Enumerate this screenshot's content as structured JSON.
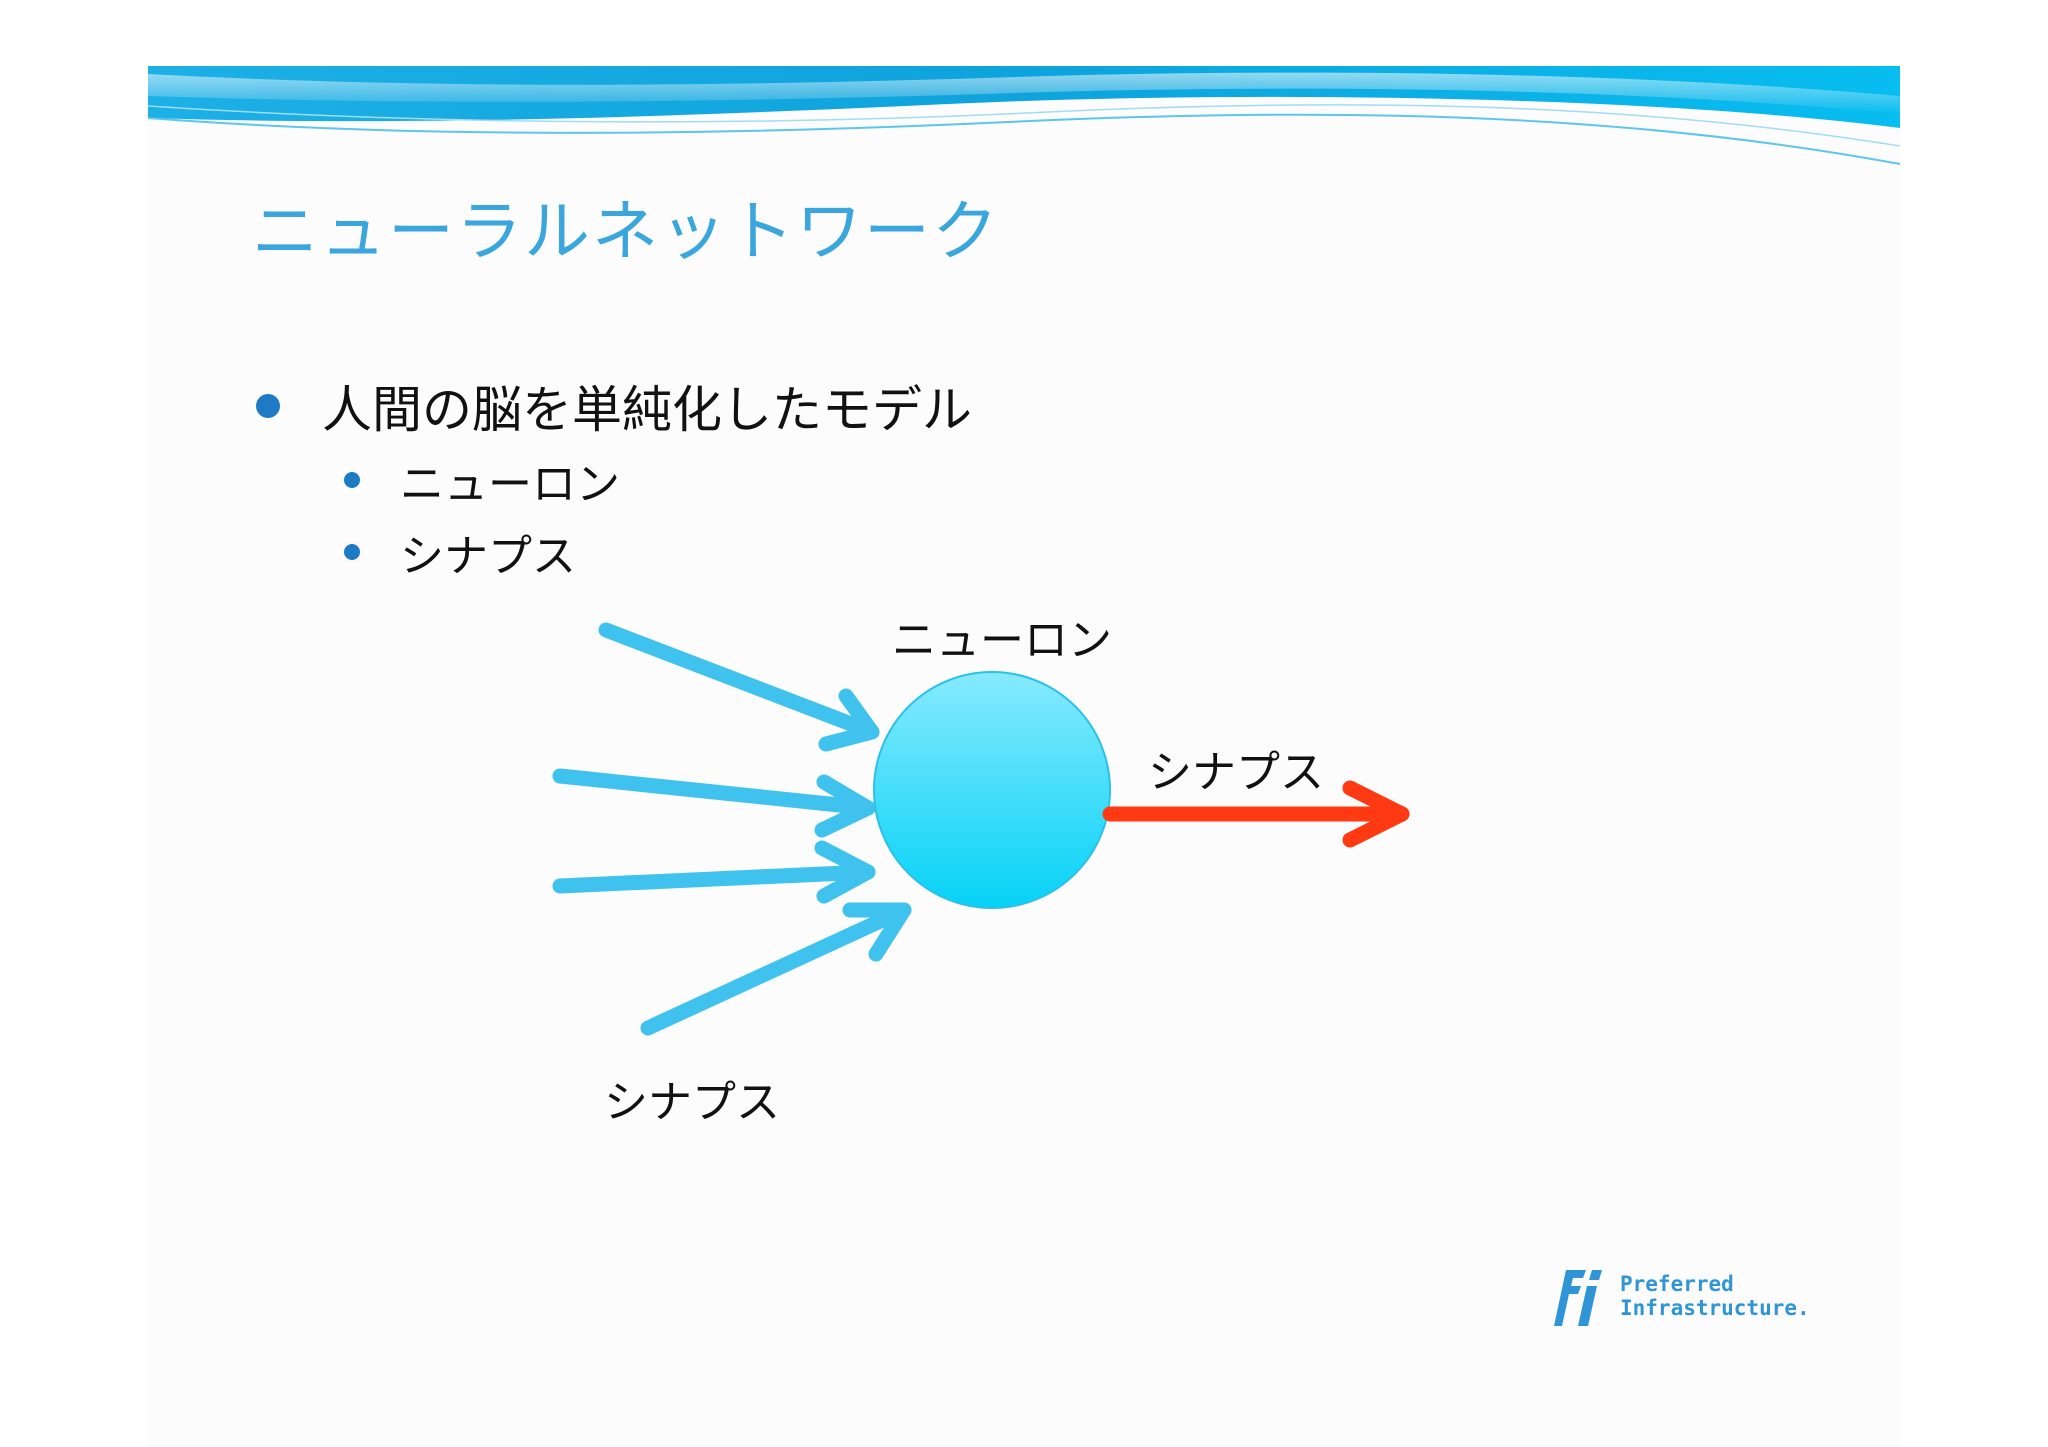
{
  "slide": {
    "title": "ニューラルネットワーク",
    "bullets": [
      {
        "text": "人間の脳を単純化したモデル",
        "children": [
          {
            "text": "ニューロン"
          },
          {
            "text": "シナプス"
          }
        ]
      }
    ]
  },
  "diagram": {
    "neuron_label": "ニューロン",
    "output_synapse_label": "シナプス",
    "input_synapse_label": "シナプス",
    "input_arrow_count": 4,
    "output_arrow_count": 1
  },
  "logo": {
    "line1": "Preferred",
    "line2": "Infrastructure."
  },
  "colors": {
    "title": "#3aa6dd",
    "bullet_dot": "#1f7ac6",
    "input_arrow": "#3fc2ee",
    "output_arrow": "#ff3a12",
    "neuron_top": "#87eaff",
    "neuron_bottom": "#06d2f6",
    "header_band_dark": "#0ea3dc",
    "header_band_light": "#53c9ef",
    "logo": "#2f95d6"
  }
}
